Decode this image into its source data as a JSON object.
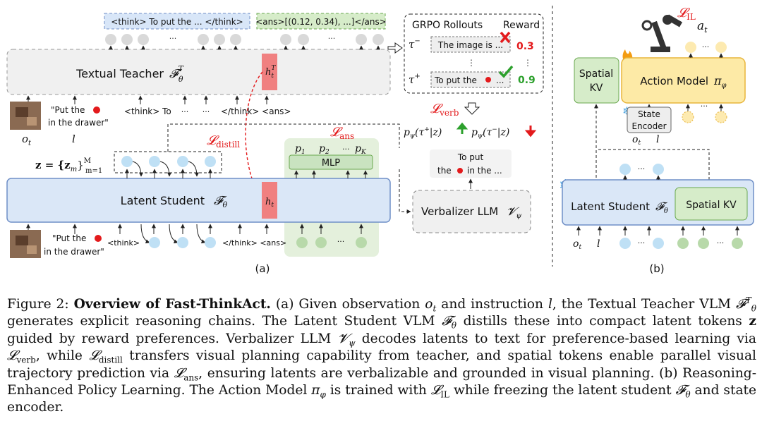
{
  "figure": {
    "top_thought_box": "<think> To put the ... </think>",
    "top_answer_box": "<ans>[(0.12, 0.34), ...]</ans>",
    "teacher_label": "Textual Teacher",
    "teacher_symbol": "𝓕",
    "teacher_sup": "T",
    "teacher_sub": "θ",
    "h_teacher": "h",
    "h_teacher_sup": "T",
    "h_teacher_sub": "t",
    "student_label": "Latent Student",
    "student_symbol": "𝓕",
    "student_sub": "θ",
    "h_student": "h",
    "h_student_sub": "t",
    "instr_open": "\"Put the",
    "instr_close": "in the drawer\"",
    "o_t": "o",
    "o_t_sub": "t",
    "l": "l",
    "think_to": "<think> To",
    "dots": "···",
    "think_ans": "</think> <ans>",
    "think_open": "<think>",
    "z_def": "z = {z",
    "z_def_sub": "m",
    "z_def_sub2": "m=1",
    "z_def_sup": "M",
    "loss_distill": "distill",
    "loss_ans": "ans",
    "loss_verb": "verb",
    "loss_il": "IL",
    "loss_symbol": "𝓛",
    "mlp_label": "MLP",
    "p1": "p",
    "p1_sub": "1",
    "p2": "p",
    "p2_sub": "2",
    "pk": "p",
    "pk_sub": "K",
    "grpo_title": "GRPO Rollouts",
    "reward_title": "Reward",
    "tau": "τ",
    "tau_minus": "−",
    "tau_plus": "+",
    "rollout_neg": "The image is ...",
    "rollout_pos_1": "To put the",
    "rollout_pos_2": "...",
    "reward_neg": "0.3",
    "reward_pos": "0.9",
    "prob_expr": "p",
    "prob_sub": "ψ",
    "prob_pos": "(τ",
    "prob_mid": "|z)",
    "verbalized_1": "To put",
    "verbalized_2": "the",
    "verbalized_3": "in the ...",
    "verbalizer_label": "Verbalizer LLM",
    "verbalizer_symbol": "𝓥",
    "verbalizer_sub": "ψ",
    "panel_a": "(a)",
    "panel_b": "(b)",
    "spatial_kv": "Spatial KV",
    "spatial_kv_1": "Spatial",
    "spatial_kv_2": "KV",
    "action_model": "Action Model",
    "pi": "π",
    "pi_sub": "φ",
    "state_encoder_1": "State",
    "state_encoder_2": "Encoder",
    "a_t": "a",
    "a_t_sub": "t",
    "colors": {
      "teacher_fill": "#f0f0f0",
      "student_fill": "#dae7f7",
      "student_border": "#6f8fc7",
      "highlight_red": "#f08080",
      "mlp_fill": "#c9e3c0",
      "green_region": "#e4f0dc",
      "token_blue": "#bfe0f5",
      "token_green": "#b8d9aa",
      "token_grey": "#d9d9d9",
      "token_yellow": "#fdeab0",
      "action_fill": "#fdeaa6",
      "action_border": "#e8b53c",
      "red_text": "#e31a1c",
      "green_text": "#2ca02c",
      "think_box": "#d8e6f8",
      "ans_box": "#d6ecc9"
    }
  },
  "caption": {
    "fig_label": "Figure 2:",
    "fig_title": "Overview of Fast-ThinkAct.",
    "s1": "(a) Given observation",
    "s2": "and instruction",
    "s3": ", the Textual Teacher VLM",
    "s4": "generates explicit reasoning chains. The Latent Student VLM",
    "s5": "distills these into compact latent tokens",
    "s6": "guided by reward preferences. Verbalizer LLM",
    "s7": "decodes latents to text for preference-based learning via",
    "s8": ", while",
    "s9": "transfers visual planning capability from teacher, and spatial tokens enable parallel visual trajectory prediction via",
    "s10": ", ensuring latents are verbalizable and grounded in visual planning. (b) Reasoning-Enhanced Policy Learning. The Action Model",
    "s11": "is trained with",
    "s12": "while freezing the latent student",
    "s13": "and state encoder."
  }
}
